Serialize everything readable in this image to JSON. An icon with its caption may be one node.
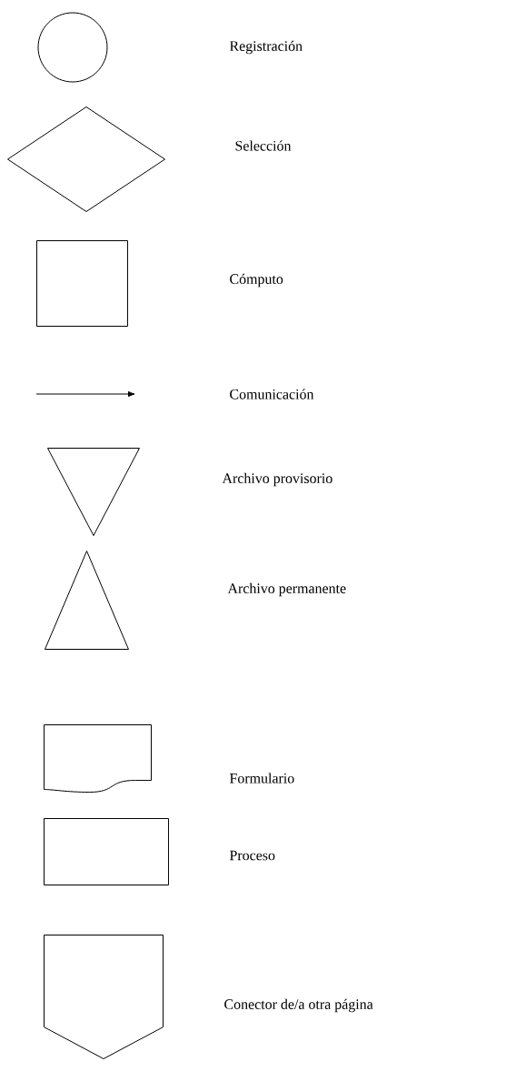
{
  "diagram": {
    "nodes": [
      {
        "text": [],
        "shape": "circle"
      },
      {
        "text": [],
        "shape": "diamond"
      },
      {
        "text": [],
        "shape": "box"
      },
      {
        "text": [],
        "shape": "invertedtriangle"
      },
      {
        "text": [],
        "shape": "triangle"
      },
      {
        "text": [],
        "shape": "document"
      },
      {
        "text": [],
        "shape": "box"
      },
      {
        "text": [],
        "shape": "pentagon"
      }
    ],
    "labels": [
      "Registración",
      "Selección",
      "Cómputo",
      "Comunicación",
      "Archivo provisorio",
      "Archivo permanente",
      "Formulario",
      "Proceso",
      "Conector de/a otra página"
    ]
  }
}
